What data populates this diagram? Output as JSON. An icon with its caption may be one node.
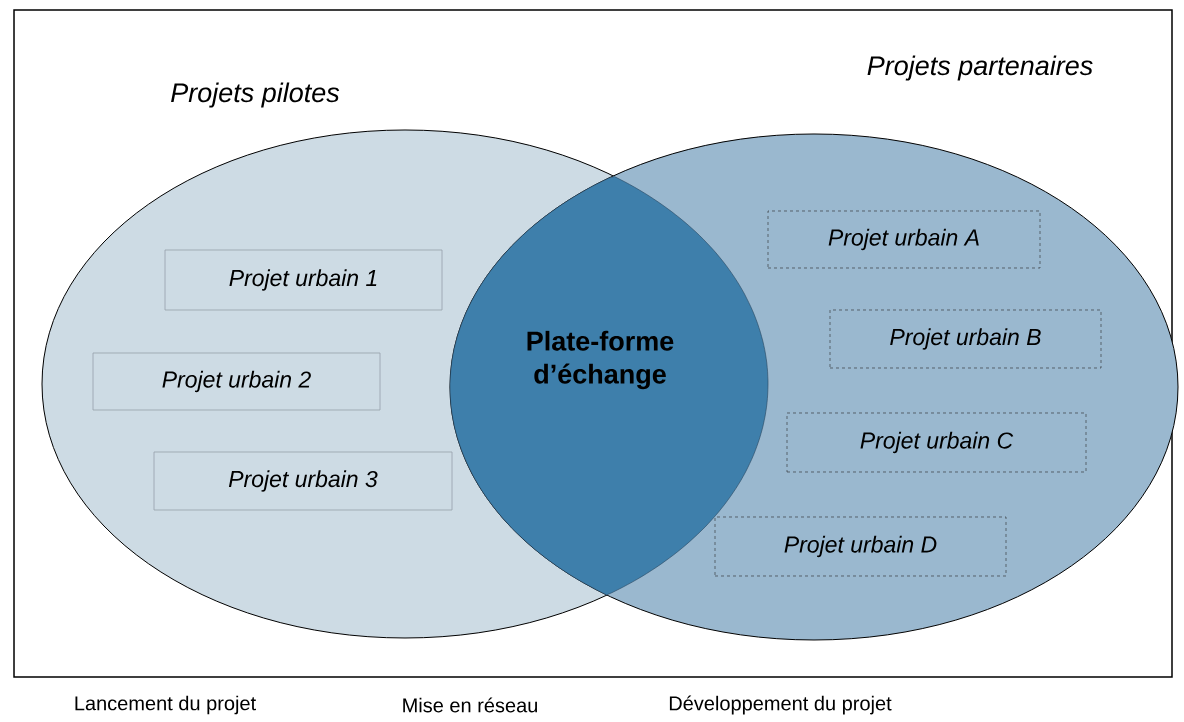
{
  "diagram": {
    "nodes": [
      {
        "text": [
          "Projets pilotes"
        ]
      },
      {
        "text": [
          "Projets partenaires"
        ]
      },
      {
        "text": [
          "Plate-forme d’échange"
        ]
      },
      {
        "text": [
          "Projet urbain 1"
        ],
        "in": 0
      },
      {
        "text": [
          "Projet urbain 2"
        ],
        "in": 0
      },
      {
        "text": [
          "Projet urbain 3"
        ],
        "in": 0
      },
      {
        "text": [
          "Projet urbain A"
        ],
        "in": 1
      },
      {
        "text": [
          "Projet urbain B"
        ],
        "in": 1
      },
      {
        "text": [
          "Projet urbain C"
        ],
        "in": 1
      },
      {
        "text": [
          "Projet urbain D"
        ],
        "in": 1
      }
    ],
    "labels": [
      "Lancement du projet",
      "Mise en réseau",
      "Développement du projet"
    ]
  }
}
